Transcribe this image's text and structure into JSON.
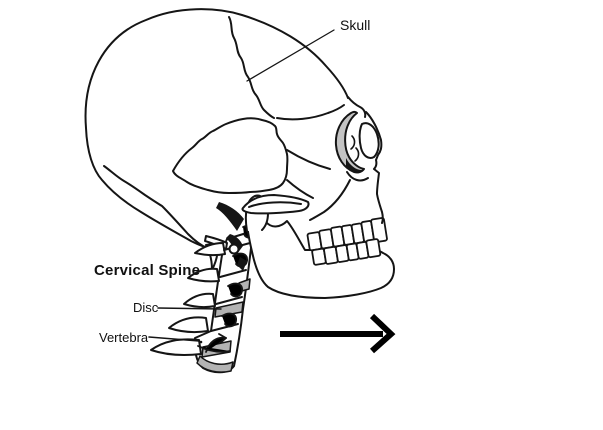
{
  "diagram": {
    "subject": "Side-view line drawing of a human skull and cervical spine with a forward (rightward) motion arrow",
    "labels": {
      "skull": "Skull",
      "cervical_spine": "Cervical Spine",
      "disc": "Disc",
      "vertebra": "Vertebra"
    },
    "annotations": {
      "arrow_direction": "right"
    },
    "colors": {
      "background": "#ffffff",
      "outline": "#151515",
      "shading_gray": "#c4c4c4",
      "disc_gray": "#b3b3b3",
      "arrow": "#000000"
    }
  }
}
